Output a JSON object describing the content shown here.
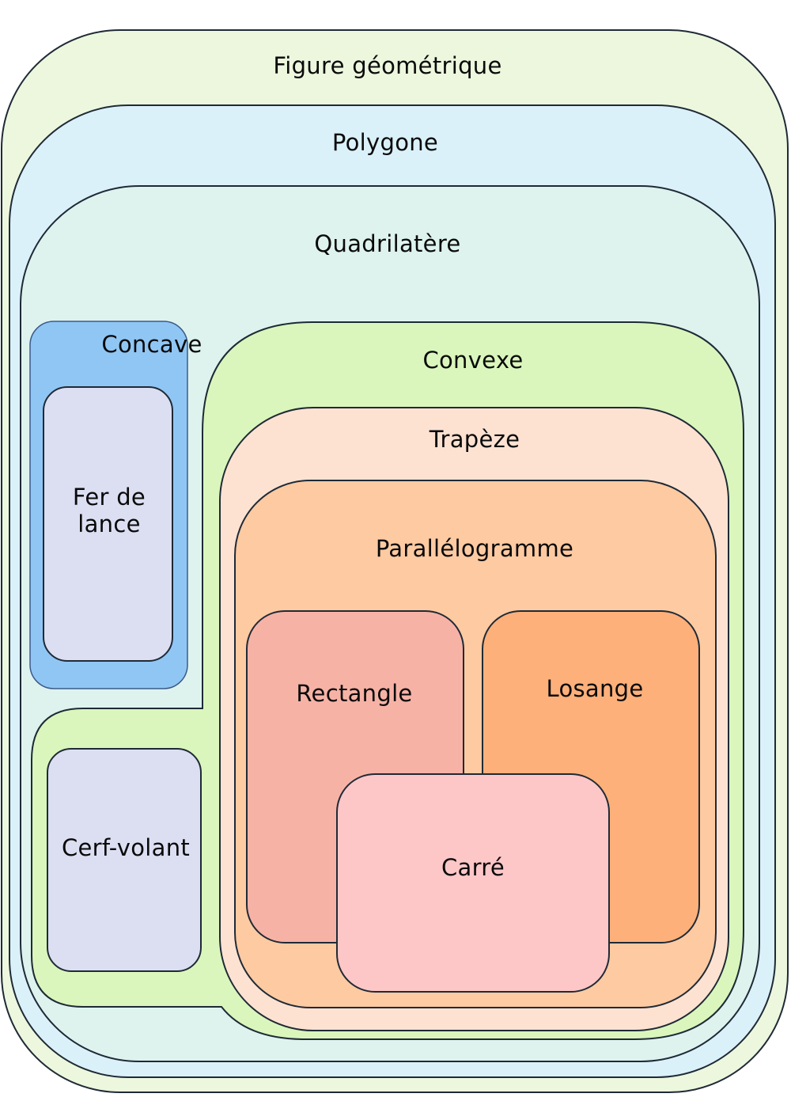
{
  "labels": {
    "figure": "Figure géométrique",
    "polygone": "Polygone",
    "quadrilatere": "Quadrilatère",
    "concave": "Concave",
    "fer_de_lance_line1": "Fer de",
    "fer_de_lance_line2": "lance",
    "convexe": "Convexe",
    "trapeze": "Trapèze",
    "parallelogramme": "Parallélogramme",
    "rectangle": "Rectangle",
    "losange": "Losange",
    "carre": "Carré",
    "cerf_volant": "Cerf-volant"
  },
  "colors": {
    "figure": "#edf7de",
    "polygone": "#dbf1fa",
    "quadrilatere": "#def3ee",
    "concave": "#90c6f4",
    "fer_de_lance": "#dcdff2",
    "convexe": "#daf6bc",
    "trapeze": "#fde2d2",
    "parallelogramme": "#fdcaa2",
    "rectangle": "#f7b2a6",
    "losange": "#fdb07a",
    "carre": "#fdc7c8",
    "cerf_volant": "#dcdff2",
    "stroke": "#1f2a36"
  }
}
